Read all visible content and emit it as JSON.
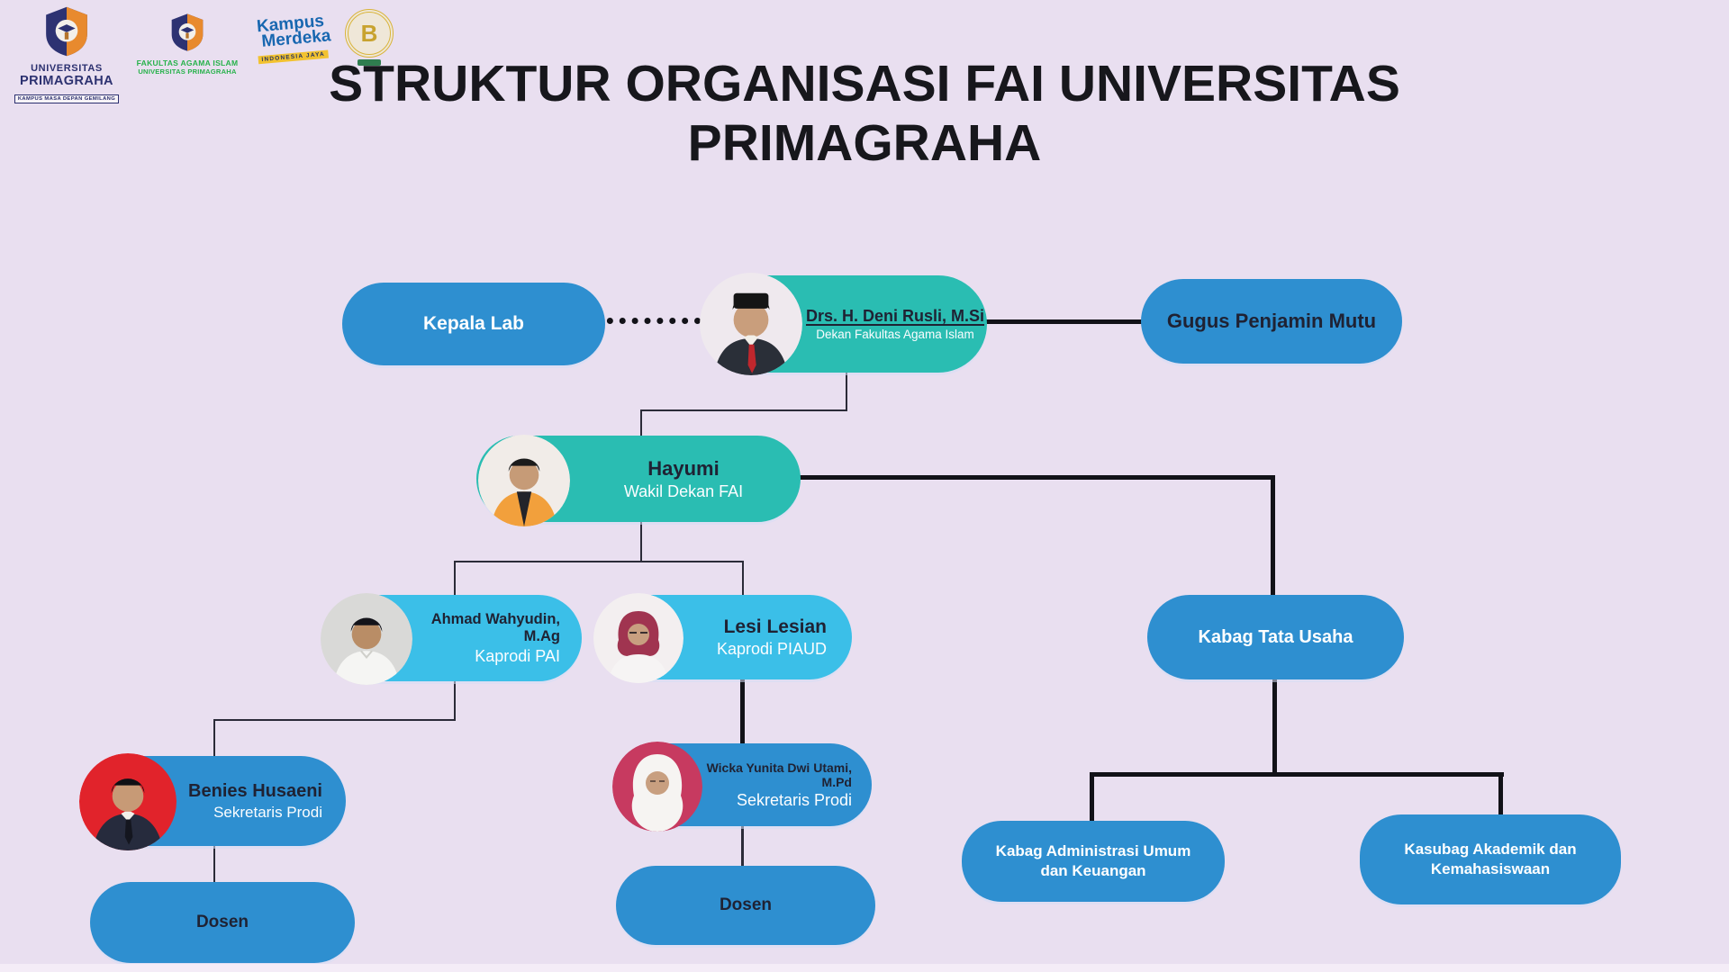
{
  "page": {
    "title_line1": "STRUKTUR ORGANISASI FAI UNIVERSITAS",
    "title_line2": "PRIMAGRAHA"
  },
  "colors": {
    "background": "#E9DFF0",
    "pill_blue": "#2E8FD0",
    "pill_light_blue": "#3BBFE8",
    "pill_teal": "#2ABDB2",
    "text_dark": "#1F2233",
    "text_white": "#FFFFFF",
    "line_thin": "#2B2B38",
    "line_thick": "#121218"
  },
  "logos": {
    "universitas": {
      "line1": "UNIVERSITAS",
      "line2": "PRIMAGRAHA",
      "tagline": "KAMPUS MASA DEPAN GEMILANG"
    },
    "fakultas": {
      "line1": "FAKULTAS AGAMA ISLAM",
      "line2": "UNIVERSITAS PRIMAGRAHA"
    },
    "kampus_merdeka": {
      "line1": "Kampus",
      "line2": "Merdeka",
      "tagline": "INDONESIA JAYA"
    },
    "akreditasi": {
      "letter": "B"
    }
  },
  "nodes": {
    "kepala_lab": {
      "label": "Kepala Lab"
    },
    "dekan": {
      "name": "Drs. H. Deni Rusli, M.Si",
      "role": "Dekan Fakultas Agama Islam"
    },
    "gugus_penjamin_mutu": {
      "label": "Gugus Penjamin Mutu"
    },
    "wakil_dekan": {
      "name": "Hayumi",
      "role": "Wakil Dekan FAI"
    },
    "kaprodi_pai": {
      "name": "Ahmad Wahyudin, M.Ag",
      "role": "Kaprodi PAI"
    },
    "kaprodi_piaud": {
      "name": "Lesi Lesian",
      "role": "Kaprodi PIAUD"
    },
    "kabag_tata_usaha": {
      "label": "Kabag Tata Usaha"
    },
    "sekretaris_pai": {
      "name": "Benies Husaeni",
      "role": "Sekretaris Prodi"
    },
    "sekretaris_piaud": {
      "name": "Wicka Yunita Dwi Utami, M.Pd",
      "role": "Sekretaris Prodi"
    },
    "dosen_pai": {
      "label": "Dosen"
    },
    "dosen_piaud": {
      "label": "Dosen"
    },
    "kabag_administrasi": {
      "label": "Kabag Administrasi Umum dan Keuangan"
    },
    "kasubag_akademik": {
      "label": "Kasubag Akademik dan Kemahasiswaan"
    }
  }
}
